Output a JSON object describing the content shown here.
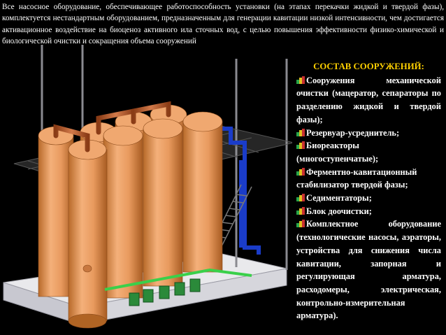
{
  "intro_text": "Все насосное оборудование, обеспечивающее работоспособность установки (на этапах перекачки жидкой и твердой фазы), комплектуется нестандартным оборудованием, предназначенным для генерации кавитации низкой интенсивности, чем достигается активационное воздействие на биоценоз активного ила сточных вод, с целью повышения эффективности физико-химической и биологической очистки и сокращения объема сооружений",
  "panel": {
    "title": "СОСТАВ СООРУЖЕНИЙ:",
    "title_color": "#ffd000",
    "bullet_icon": "colored-blocks-icon",
    "items": [
      {
        "text": "Сооружения механической очистки (мацератор, сепараторы по разделению жидкой и твердой фазы);"
      },
      {
        "text": "Резервуар-усреднитель;"
      },
      {
        "text": "Биореакторы (многоступенчатые);"
      },
      {
        "text": "Ферментно-кавитационный стабилизатор твердой фазы;"
      },
      {
        "text": "Седиментаторы;"
      },
      {
        "text": "Блок доочистки;"
      },
      {
        "text": "Комплектное оборудование (технологические насосы, аэраторы, устройства для снижения числа кавитации, запорная и регулирующая арматура, расходомеры, электрическая, контрольно-измерительная арматура)."
      }
    ]
  }
}
